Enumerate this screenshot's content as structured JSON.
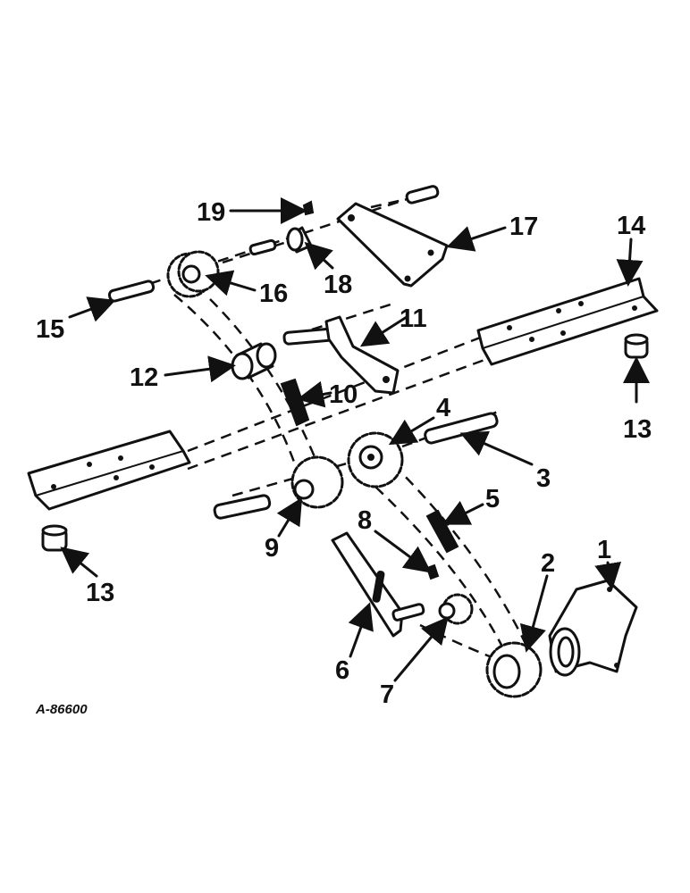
{
  "drawing_code": "A-86600",
  "callouts": {
    "c1": "1",
    "c2": "2",
    "c3": "3",
    "c4": "4",
    "c5": "5",
    "c6": "6",
    "c7": "7",
    "c8": "8",
    "c9": "9",
    "c10": "10",
    "c11": "11",
    "c12": "12",
    "c13a": "13",
    "c13b": "13",
    "c14": "14",
    "c15": "15",
    "c16": "16",
    "c17": "17",
    "c18": "18",
    "c19": "19"
  }
}
